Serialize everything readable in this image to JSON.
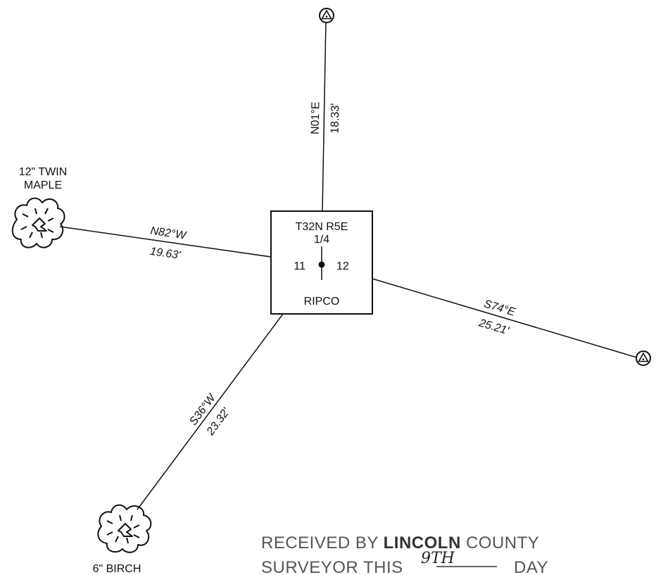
{
  "corner_box": {
    "township_range": "T32N R5E",
    "quarter": "1/4",
    "section_left": "11",
    "section_right": "12",
    "label": "RIPCO"
  },
  "bearing_north": {
    "bearing": "N01°E",
    "distance": "18.33'"
  },
  "bearing_west": {
    "bearing": "N82°W",
    "distance": "19.63'"
  },
  "bearing_east": {
    "bearing": "S74°E",
    "distance": "25.21'"
  },
  "bearing_southwest": {
    "bearing": "S36°W",
    "distance": "23.32'"
  },
  "tree_maple": {
    "line1": "12\" TWIN",
    "line2": "MAPLE"
  },
  "tree_birch": {
    "label": "6\" BIRCH"
  },
  "stamp": {
    "line1_a": "RECEIVED BY ",
    "line1_b": "LINCOLN",
    "line1_c": " COUNTY",
    "line2_a": "SURVEYOR THIS",
    "line2_hand": "9TH",
    "line2_b": "DAY"
  }
}
